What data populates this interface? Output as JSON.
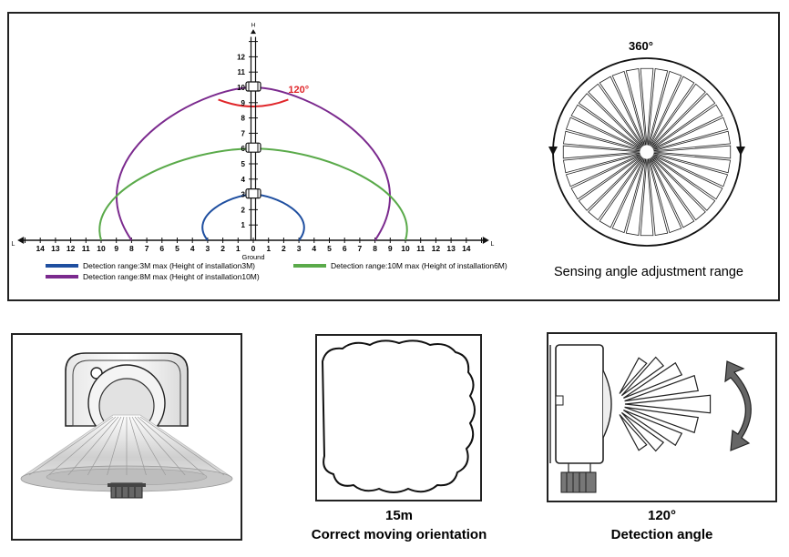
{
  "range_chart": {
    "axis_left_label": "L",
    "axis_right_label": "L",
    "axis_top_label": "H",
    "ground_label": "Ground",
    "x_ticks": [
      "14",
      "13",
      "12",
      "11",
      "10",
      "9",
      "8",
      "7",
      "6",
      "5",
      "4",
      "3",
      "2",
      "1",
      "0",
      "1",
      "2",
      "3",
      "4",
      "5",
      "6",
      "7",
      "8",
      "9",
      "10",
      "11",
      "12",
      "13",
      "14"
    ],
    "y_ticks": [
      "1",
      "2",
      "3",
      "4",
      "5",
      "6",
      "7",
      "8",
      "9",
      "10",
      "11",
      "12"
    ],
    "angle_label": "120°",
    "series": [
      {
        "name": "Detection range:3M max (Height of installation3M)",
        "color": "#1f4fa0",
        "height": 3,
        "reach": 3
      },
      {
        "name": "Detection range:8M max (Height of installation10M)",
        "color": "#7b2a8e",
        "height": 10,
        "reach": 8
      },
      {
        "name": "Detection range:10M max (Height of installation6M)",
        "color": "#5aaa4a",
        "height": 6,
        "reach": 10
      }
    ],
    "accent_color": "#e0262a"
  },
  "sensing": {
    "angle_label": "360°",
    "caption": "Sensing angle adjustment range"
  },
  "orientation": {
    "distance": "15m",
    "caption": "Correct moving orientation"
  },
  "detection": {
    "angle": "120°",
    "caption": "Detection angle"
  }
}
